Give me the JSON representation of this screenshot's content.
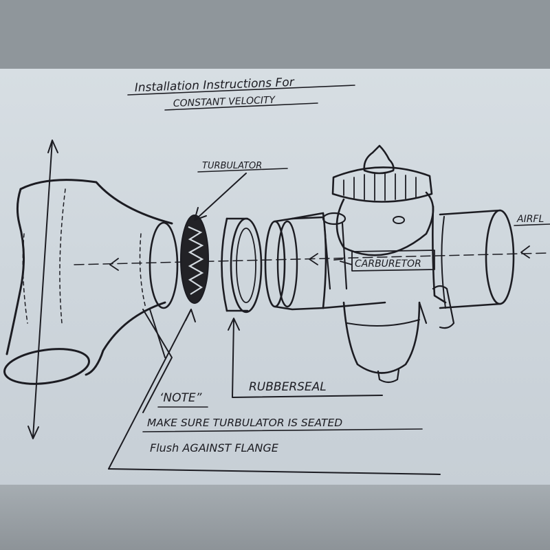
{
  "title": {
    "line1": "Installation Instructions For",
    "line2": "CONSTANT VELOCITY"
  },
  "labels": {
    "turbulator": "TURBULATOR",
    "airflow": "AIRFL",
    "carburetor": "CARBURETOR",
    "rubber_seal": "RUBBERSEAL",
    "note": "‘NOTE”",
    "instruction_line1": "MAKE SURE TURBULATOR IS SEATED",
    "instruction_line2": "Flush AGAINST FLANGE"
  },
  "colors": {
    "ink": "#1c1c22",
    "paper": "#d3dae0",
    "background": "#8f969b"
  }
}
